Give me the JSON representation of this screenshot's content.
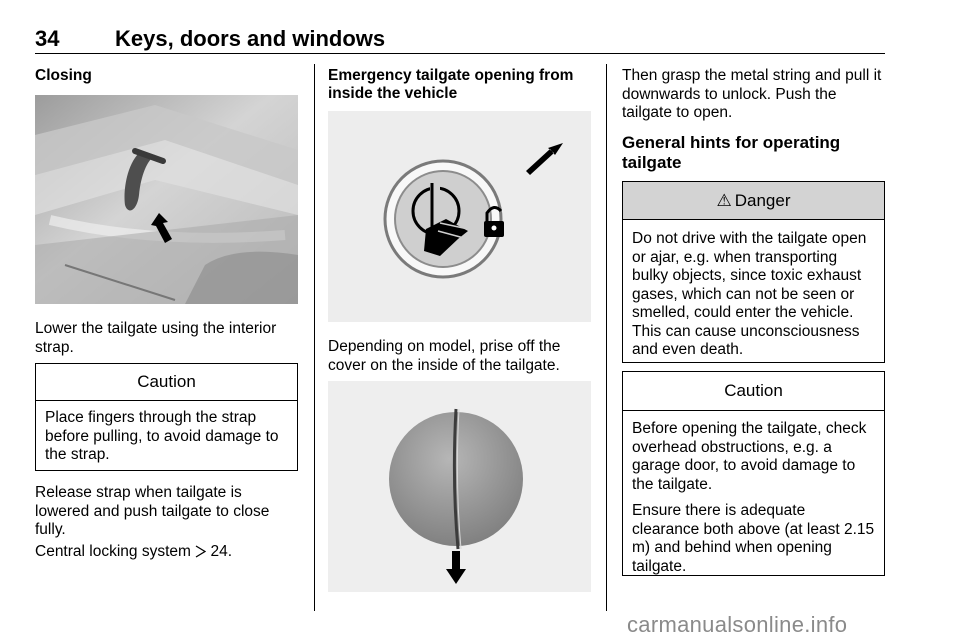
{
  "header": {
    "page_number": "34",
    "section_title": "Keys, doors and windows"
  },
  "col1": {
    "heading": "Closing",
    "caption": "Lower the tailgate using the interior strap.",
    "caution": {
      "title": "Caution",
      "text": "Place fingers through the strap before pulling, to avoid damage to the strap."
    },
    "para1": "Release strap when tailgate is lowered and push tailgate to close fully.",
    "para2_text": "Central locking system ",
    "para2_ref_icon": "arrow-reference-icon",
    "para2_page": " 24."
  },
  "col2": {
    "heading": "Emergency tailgate opening from inside the vehicle",
    "caption": "Depending on model, prise off the cover on the inside of the tailgate."
  },
  "col3": {
    "para": "Then grasp the metal string and pull it downwards to unlock. Push the tailgate to open.",
    "subheading": "General hints for operating tailgate",
    "danger": {
      "title": "Danger",
      "icon": "warning-triangle-icon",
      "text": "Do not drive with the tailgate open or ajar, e.g. when transporting bulky objects, since toxic exhaust gases, which can not be seen or smelled, could enter the vehicle. This can cause unconsciousness and even death."
    },
    "caution": {
      "title": "Caution",
      "text1": "Before opening the tailgate, check overhead obstructions, e.g. a garage door, to avoid damage to the tailgate.",
      "text2": "Ensure there is adequate clearance both above (at least 2.15 m) and behind when opening tailgate."
    }
  },
  "footer": {
    "watermark": "carmanualsonline.info"
  }
}
